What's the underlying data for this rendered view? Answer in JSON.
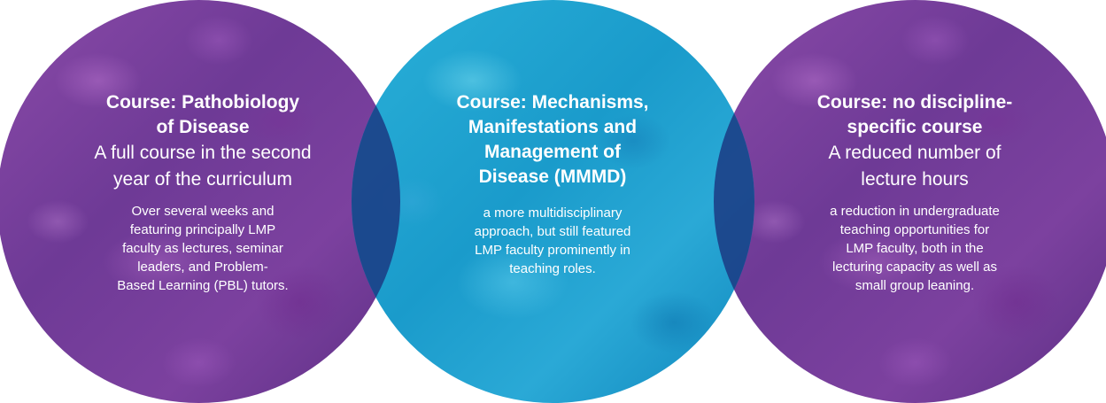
{
  "colors": {
    "purple_circle": "#7c419f",
    "blue_circle": "#1fa3d0",
    "overlap": "#1b3a82",
    "text": "#ffffff"
  },
  "circles": [
    {
      "color": "purple",
      "title": "Course: Pathobiology of Disease",
      "title_lines": [
        "Course: Pathobiology",
        "of Disease"
      ],
      "subtitle_lines": [
        "A full course in the second",
        "year of the curriculum"
      ],
      "body_lines": [
        "Over several weeks and",
        "featuring principally LMP",
        "faculty as lectures, seminar",
        "leaders, and Problem-",
        "Based Learning (PBL) tutors."
      ]
    },
    {
      "color": "blue",
      "title": "Course: Mechanisms, Manifestations and Management of Disease (MMMD)",
      "title_lines": [
        "Course: Mechanisms,",
        "Manifestations and",
        "Management of",
        "Disease (MMMD)"
      ],
      "subtitle_lines": [],
      "body_lines": [
        "a more multidisciplinary",
        "approach, but still featured",
        "LMP faculty prominently in",
        "teaching roles."
      ]
    },
    {
      "color": "purple",
      "title": "Course: no discipline-specific course",
      "title_lines": [
        "Course: no discipline-",
        "specific course"
      ],
      "subtitle_lines": [
        "A reduced number of",
        "lecture hours"
      ],
      "body_lines": [
        "a reduction in undergraduate",
        "teaching opportunities for",
        "LMP faculty, both in the",
        "lecturing capacity as well as",
        "small group leaning."
      ]
    }
  ]
}
